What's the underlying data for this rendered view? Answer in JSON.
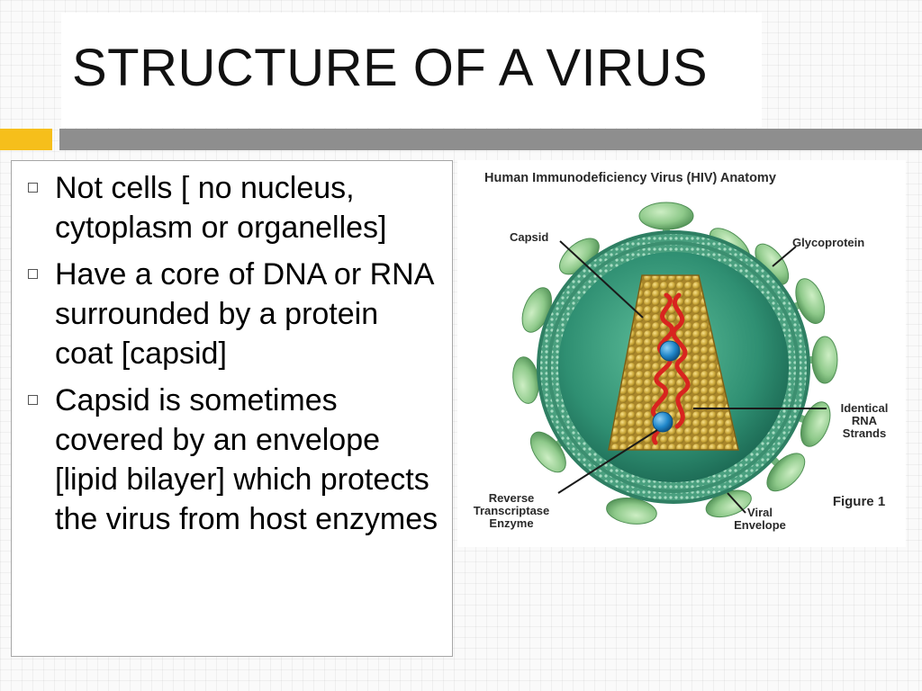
{
  "slide": {
    "title": "STRUCTURE OF A VIRUS",
    "bullets": [
      "Not cells [ no nucleus, cytoplasm or organelles]",
      "Have a core of DNA or RNA surrounded by a protein coat [capsid]",
      "Capsid is sometimes covered by an envelope [lipid bilayer] which protects the virus from host enzymes"
    ]
  },
  "figure": {
    "heading": "Human Immunodeficiency Virus (HIV) Anatomy",
    "labels": {
      "capsid": "Capsid",
      "glycoprotein": "Glycoprotein",
      "identical_rna_line1": "Identical",
      "identical_rna_line2": "RNA",
      "identical_rna_line3": "Strands",
      "reverse_line1": "Reverse",
      "reverse_line2": "Transcriptase",
      "reverse_line3": "Enzyme",
      "viral_line1": "Viral",
      "viral_line2": "Envelope",
      "figure_caption": "Figure 1"
    }
  },
  "colors": {
    "accent_yellow": "#f6bf1b",
    "accent_gray": "#8e8e8e",
    "virus_interior": "#2f8f72",
    "glycoprotein_green": "#8ec98a",
    "capsid_gold": "#c9a638",
    "rna_red": "#d8241f",
    "enzyme_blue": "#1f86c9"
  }
}
